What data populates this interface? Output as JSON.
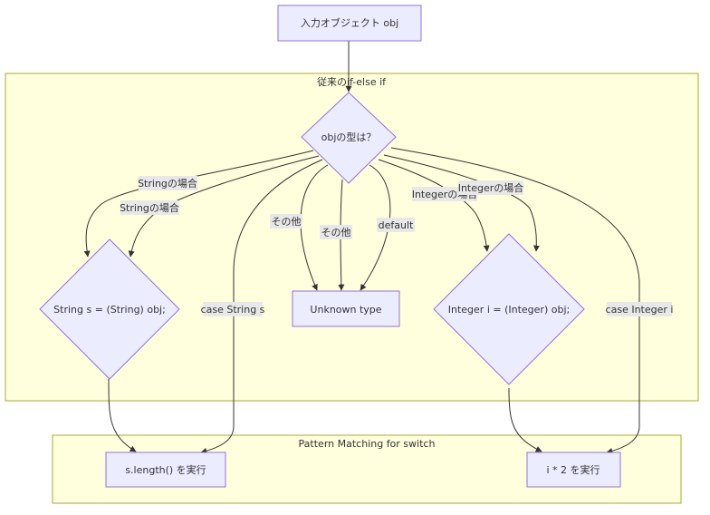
{
  "clusters": {
    "legacy": "従来のif-else if",
    "pattern": "Pattern Matching for switch"
  },
  "nodes": {
    "input": "入力オブジェクト obj",
    "decision": "objの型は？",
    "cast_string": "String s = (String) obj;",
    "unknown": "Unknown type",
    "cast_integer": "Integer i = (Integer) obj;",
    "string_action": "s.length() を実行",
    "integer_action": "i * 2 を実行"
  },
  "edge_labels": {
    "string_case_1": "Stringの場合",
    "string_case_2": "Stringの場合",
    "other_1": "その他",
    "other_2": "その他",
    "default": "default",
    "integer_case_1": "Integerの場合",
    "integer_case_2": "Integerの場合",
    "case_string": "case String s",
    "case_integer": "case Integer i"
  }
}
